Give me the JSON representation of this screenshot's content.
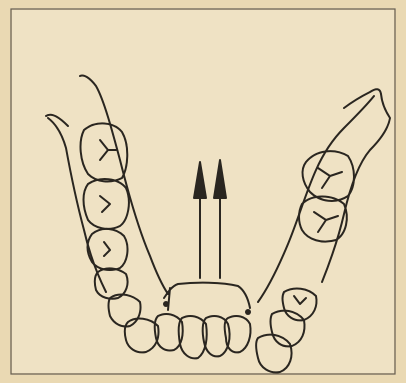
{
  "figure": {
    "paper_color": "#ead9b3",
    "inner_paper_color": "#efe2c4",
    "ink_color": "#2a2620",
    "frame_color": "#6b6150",
    "subject": "lower-dental-arch-line-drawing",
    "arrow_count": 2,
    "arrow_direction": "up"
  }
}
